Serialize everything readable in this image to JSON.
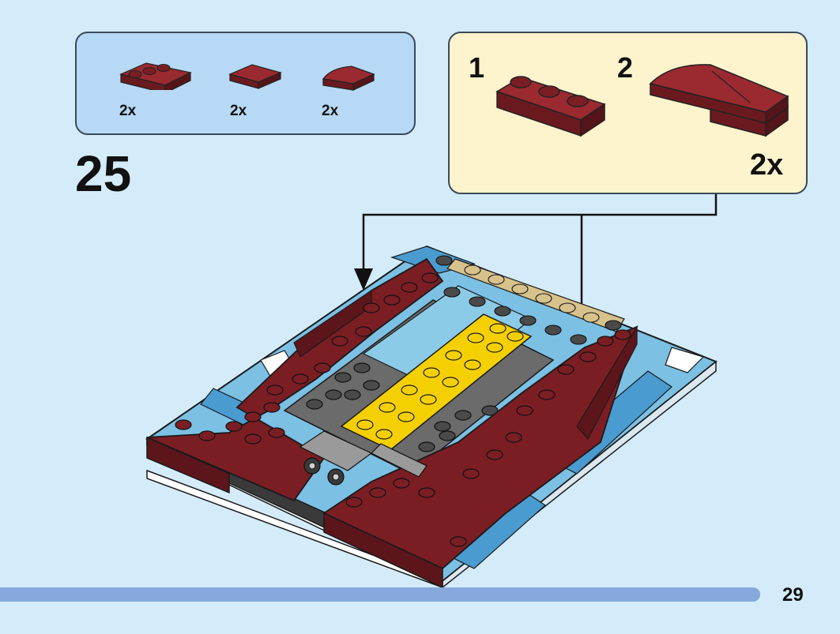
{
  "parts_list": {
    "items": [
      {
        "part": "plate-1x3",
        "color": "#7a1e24",
        "qty": "2x"
      },
      {
        "part": "tile-1x2",
        "color": "#7a1e24",
        "qty": "2x"
      },
      {
        "part": "curved-slope-1x2",
        "color": "#7a1e24",
        "qty": "2x"
      }
    ]
  },
  "step": {
    "number": "25"
  },
  "subassembly": {
    "steps": [
      {
        "label": "1",
        "part": "plate-1x3"
      },
      {
        "label": "2",
        "part": "curved-slope-stacked"
      }
    ],
    "multiplier": "2x"
  },
  "colors": {
    "dark_red": "#7a1e24",
    "dark_gray": "#5c5c5c",
    "yellow": "#f5d000",
    "tan": "#d8c28c",
    "medium_blue": "#4a9bd0",
    "light_blue": "#7cc0e4",
    "background": "#d4ecfa",
    "parts_panel": "#b7d9f5",
    "sub_panel": "#fdf3cc",
    "footer_bar": "#86a8dc"
  },
  "page": {
    "number": "29"
  }
}
